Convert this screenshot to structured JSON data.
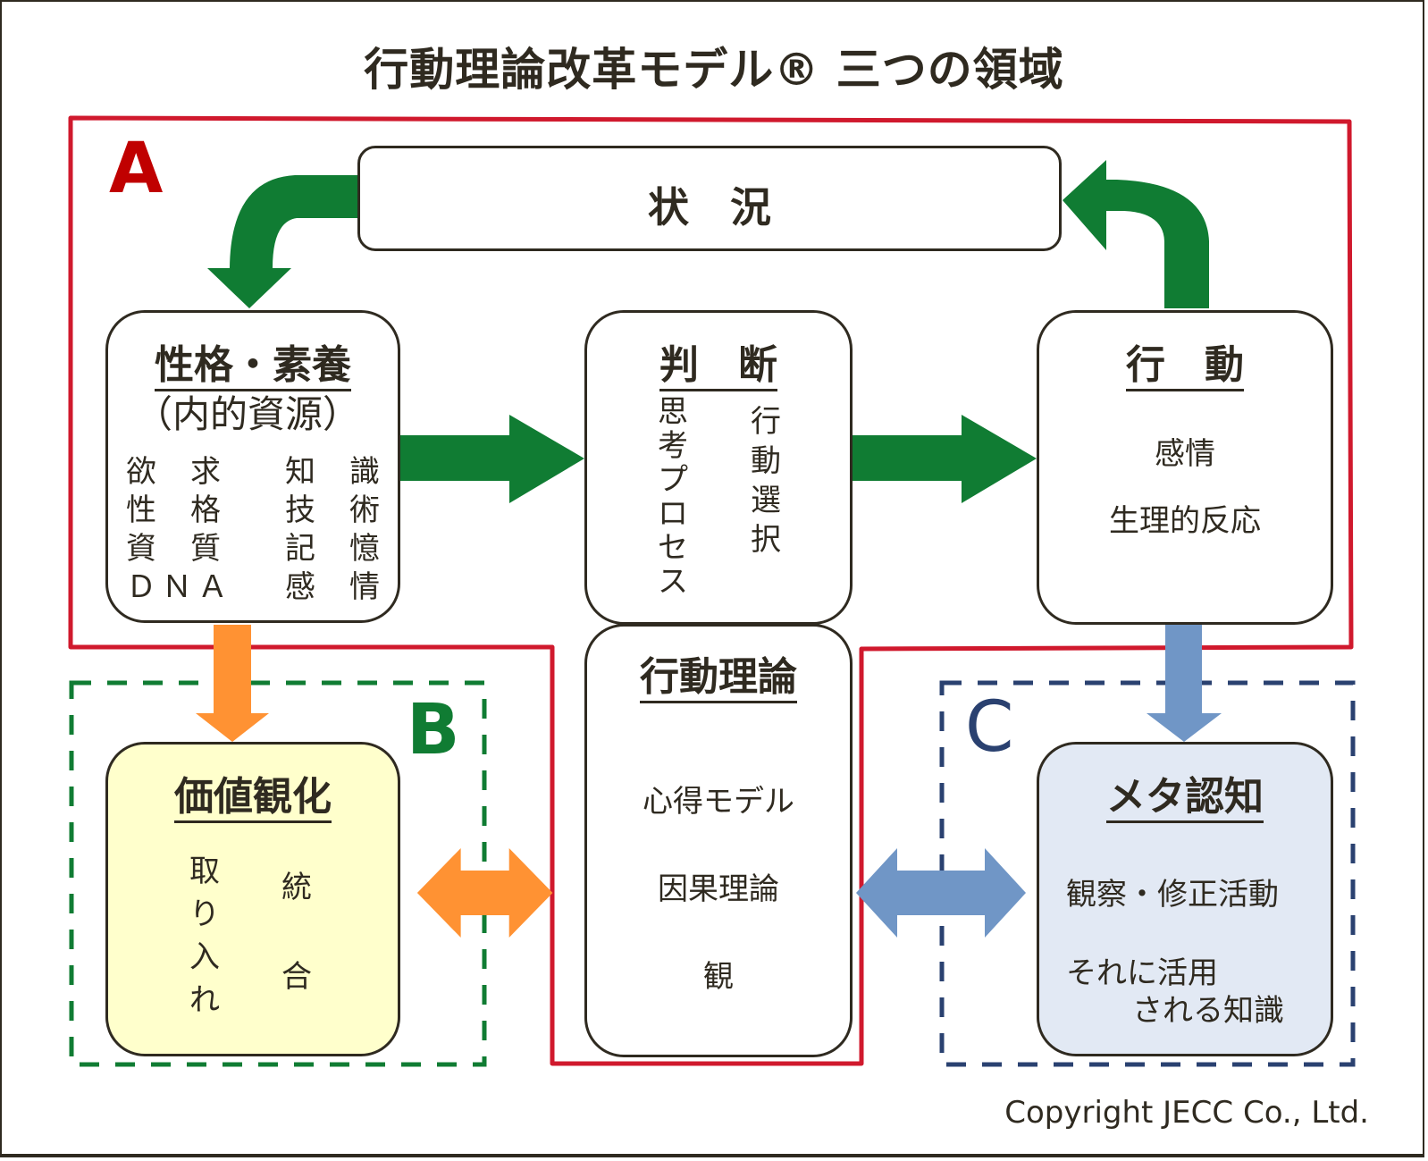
{
  "title": "行動理論改革モデル® 三つの領域",
  "regions": {
    "a": {
      "label": "A",
      "color": "#c00000",
      "border_color": "#d0192d"
    },
    "b": {
      "label": "B",
      "color": "#107c33",
      "border_color": "#107c33"
    },
    "c": {
      "label": "C",
      "color": "#2a4170",
      "border_color": "#2a4170"
    }
  },
  "situation": {
    "label": "状　況"
  },
  "personality": {
    "heading": "性格・素養",
    "subheading": "（内的資源）",
    "grid": [
      [
        "欲",
        "求",
        "知",
        "識"
      ],
      [
        "性",
        "格",
        "技",
        "術"
      ],
      [
        "資",
        "質",
        "記",
        "憶"
      ],
      [
        "ＤＮＡ",
        "",
        "感",
        "情"
      ]
    ]
  },
  "judgment": {
    "heading": "判　断",
    "col1": "思考プロセス",
    "col2": "行動選択"
  },
  "action": {
    "heading": "行　動",
    "lines": [
      "感情",
      "生理的反応"
    ]
  },
  "theory": {
    "heading": "行動理論",
    "lines": [
      "心得モデル",
      "因果理論",
      "観"
    ]
  },
  "values": {
    "heading": "価値観化",
    "col1": "取り入れ",
    "col2_top": "統",
    "col2_bottom": "合",
    "fill": "#ffffcc"
  },
  "meta": {
    "heading": "メタ認知",
    "line1": "観察・修正活動",
    "line2": "それに活用",
    "line3": "される知識",
    "fill": "#e2e9f4"
  },
  "arrows": {
    "green": "#107c33",
    "orange": "#ff9233",
    "blue": "#7096c6"
  },
  "copyright": "Copyright JECC Co., Ltd."
}
